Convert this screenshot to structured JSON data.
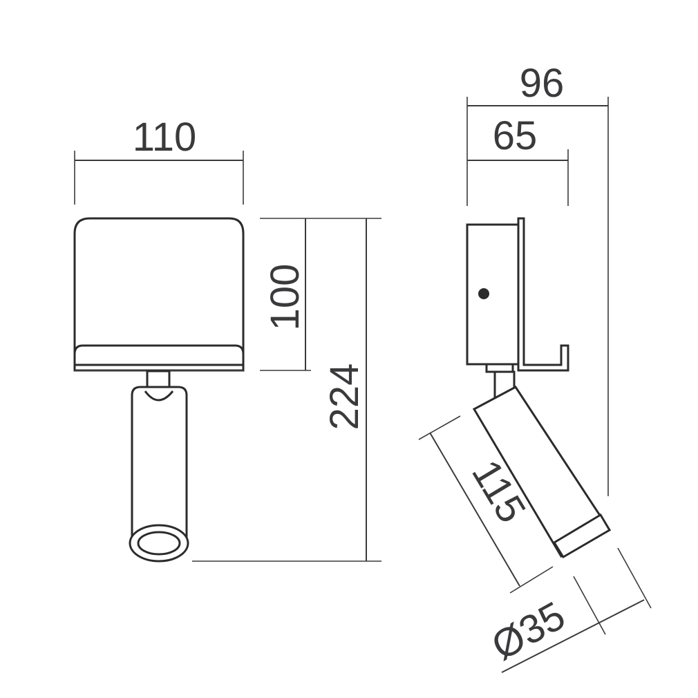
{
  "dimensions": {
    "front_width": "110",
    "front_head_height": "100",
    "front_total_height": "224",
    "side_total_depth": "96",
    "side_base_depth": "65",
    "arm_length": "115",
    "arm_diameter": "Ø35"
  },
  "colors": {
    "line": "#3a3a3c",
    "background": "#ffffff"
  }
}
